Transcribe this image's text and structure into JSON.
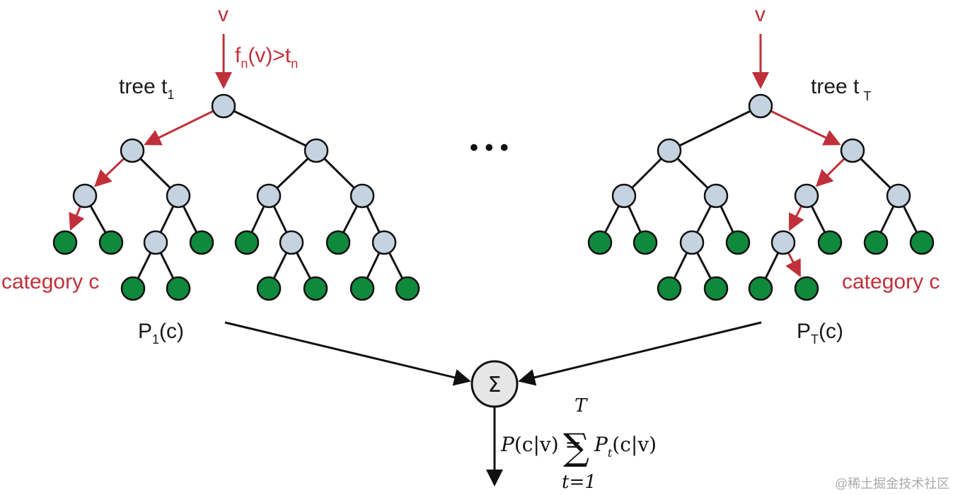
{
  "input_left": "v",
  "input_right": "v",
  "split_test": {
    "f": "f",
    "n1": "n",
    "mid": "(v)>t",
    "n2": "n"
  },
  "tree_left": {
    "name": "tree t",
    "sub": "1"
  },
  "tree_right": {
    "name": "tree t",
    "sub": "T"
  },
  "ellipsis": "• • •",
  "category_left": "category c",
  "category_right": "category c",
  "prob_left": {
    "p": "P",
    "sub": "1",
    "arg": "(c)"
  },
  "prob_right": {
    "p": "P",
    "sub": "T",
    "arg": "(c)"
  },
  "sum_symbol": "Σ",
  "formula": {
    "lhs_p": "P",
    "lhs_args": "(c|v) =",
    "sigma": "∑",
    "upper": "T",
    "lower": "t=1",
    "rhs_p": "P",
    "rhs_sub": "t",
    "rhs_args": "(c|v)"
  },
  "watermark": "@稀土掘金技术社区",
  "colors": {
    "internal_node": "#c5d3e0",
    "leaf_node": "#0f8a3c",
    "path": "#c0303a",
    "edge": "#111111",
    "sum_node": "#e6e6e6"
  }
}
